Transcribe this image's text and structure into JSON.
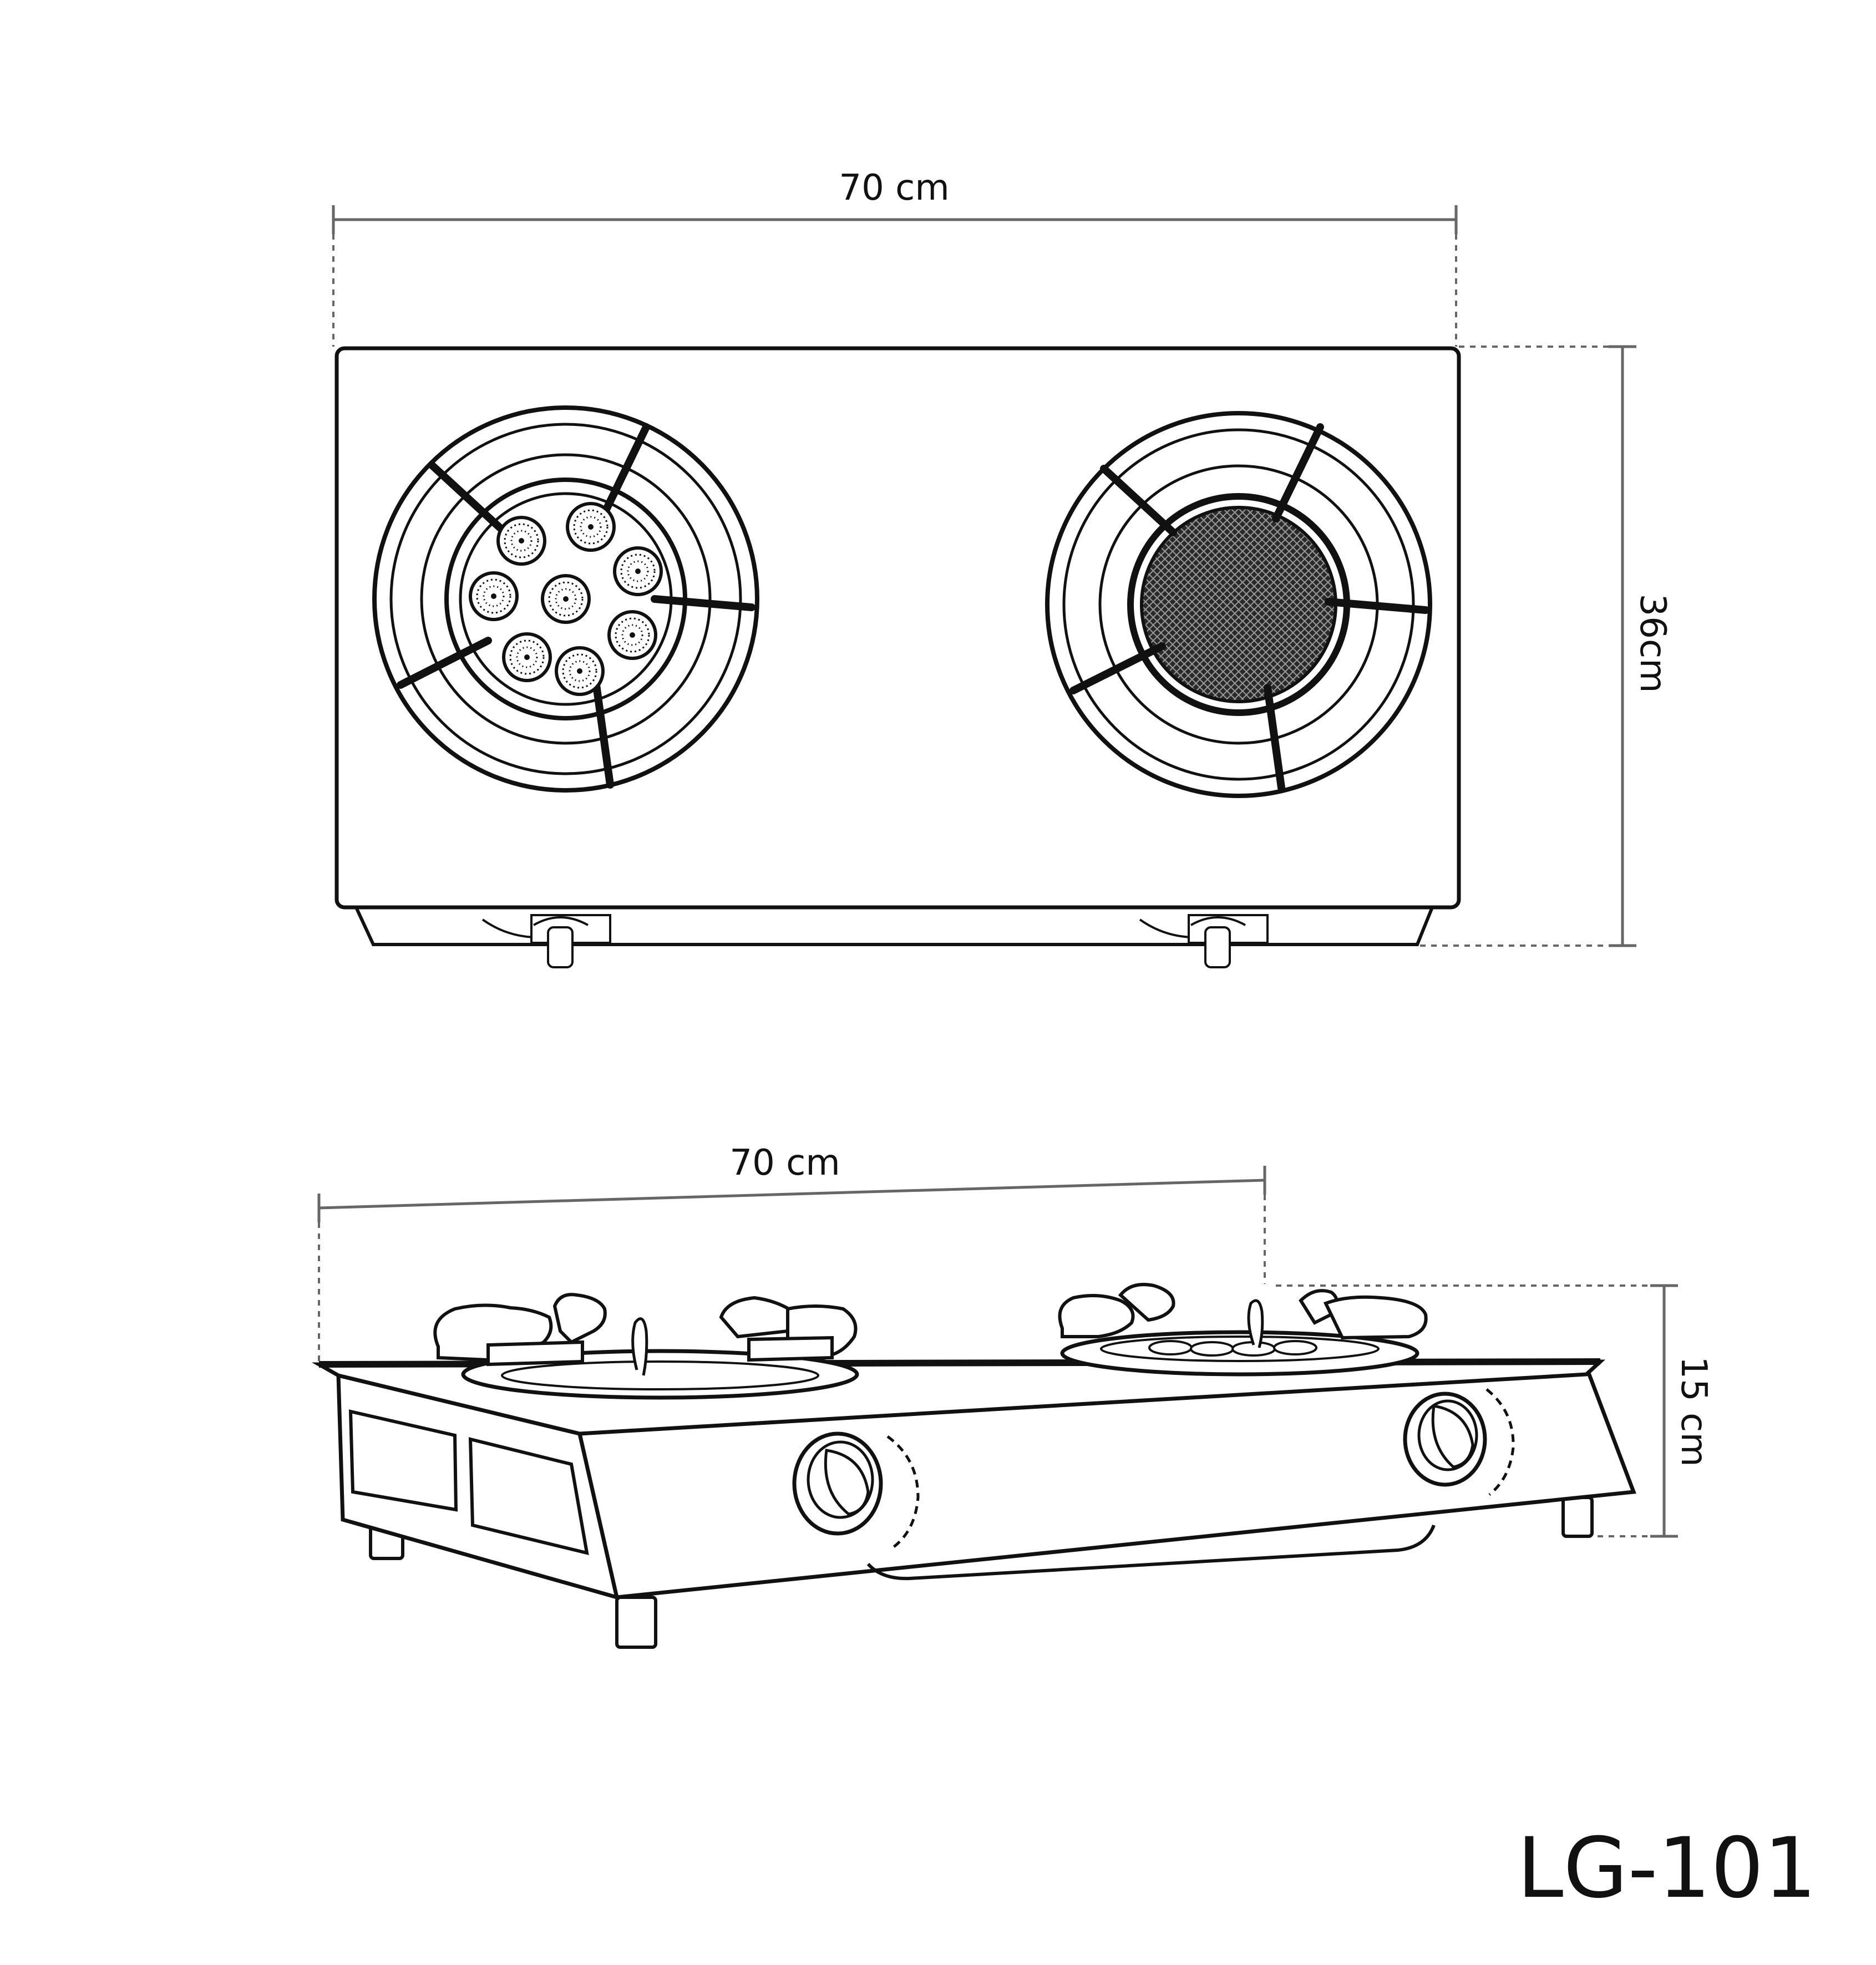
{
  "dimensions": {
    "top_width": "70 cm",
    "top_depth": "36cm",
    "side_width": "70 cm",
    "side_height": "15 cm"
  },
  "model": "LG-101",
  "colors": {
    "line": "#111111",
    "dimension_line": "#666666",
    "background": "#ffffff"
  }
}
